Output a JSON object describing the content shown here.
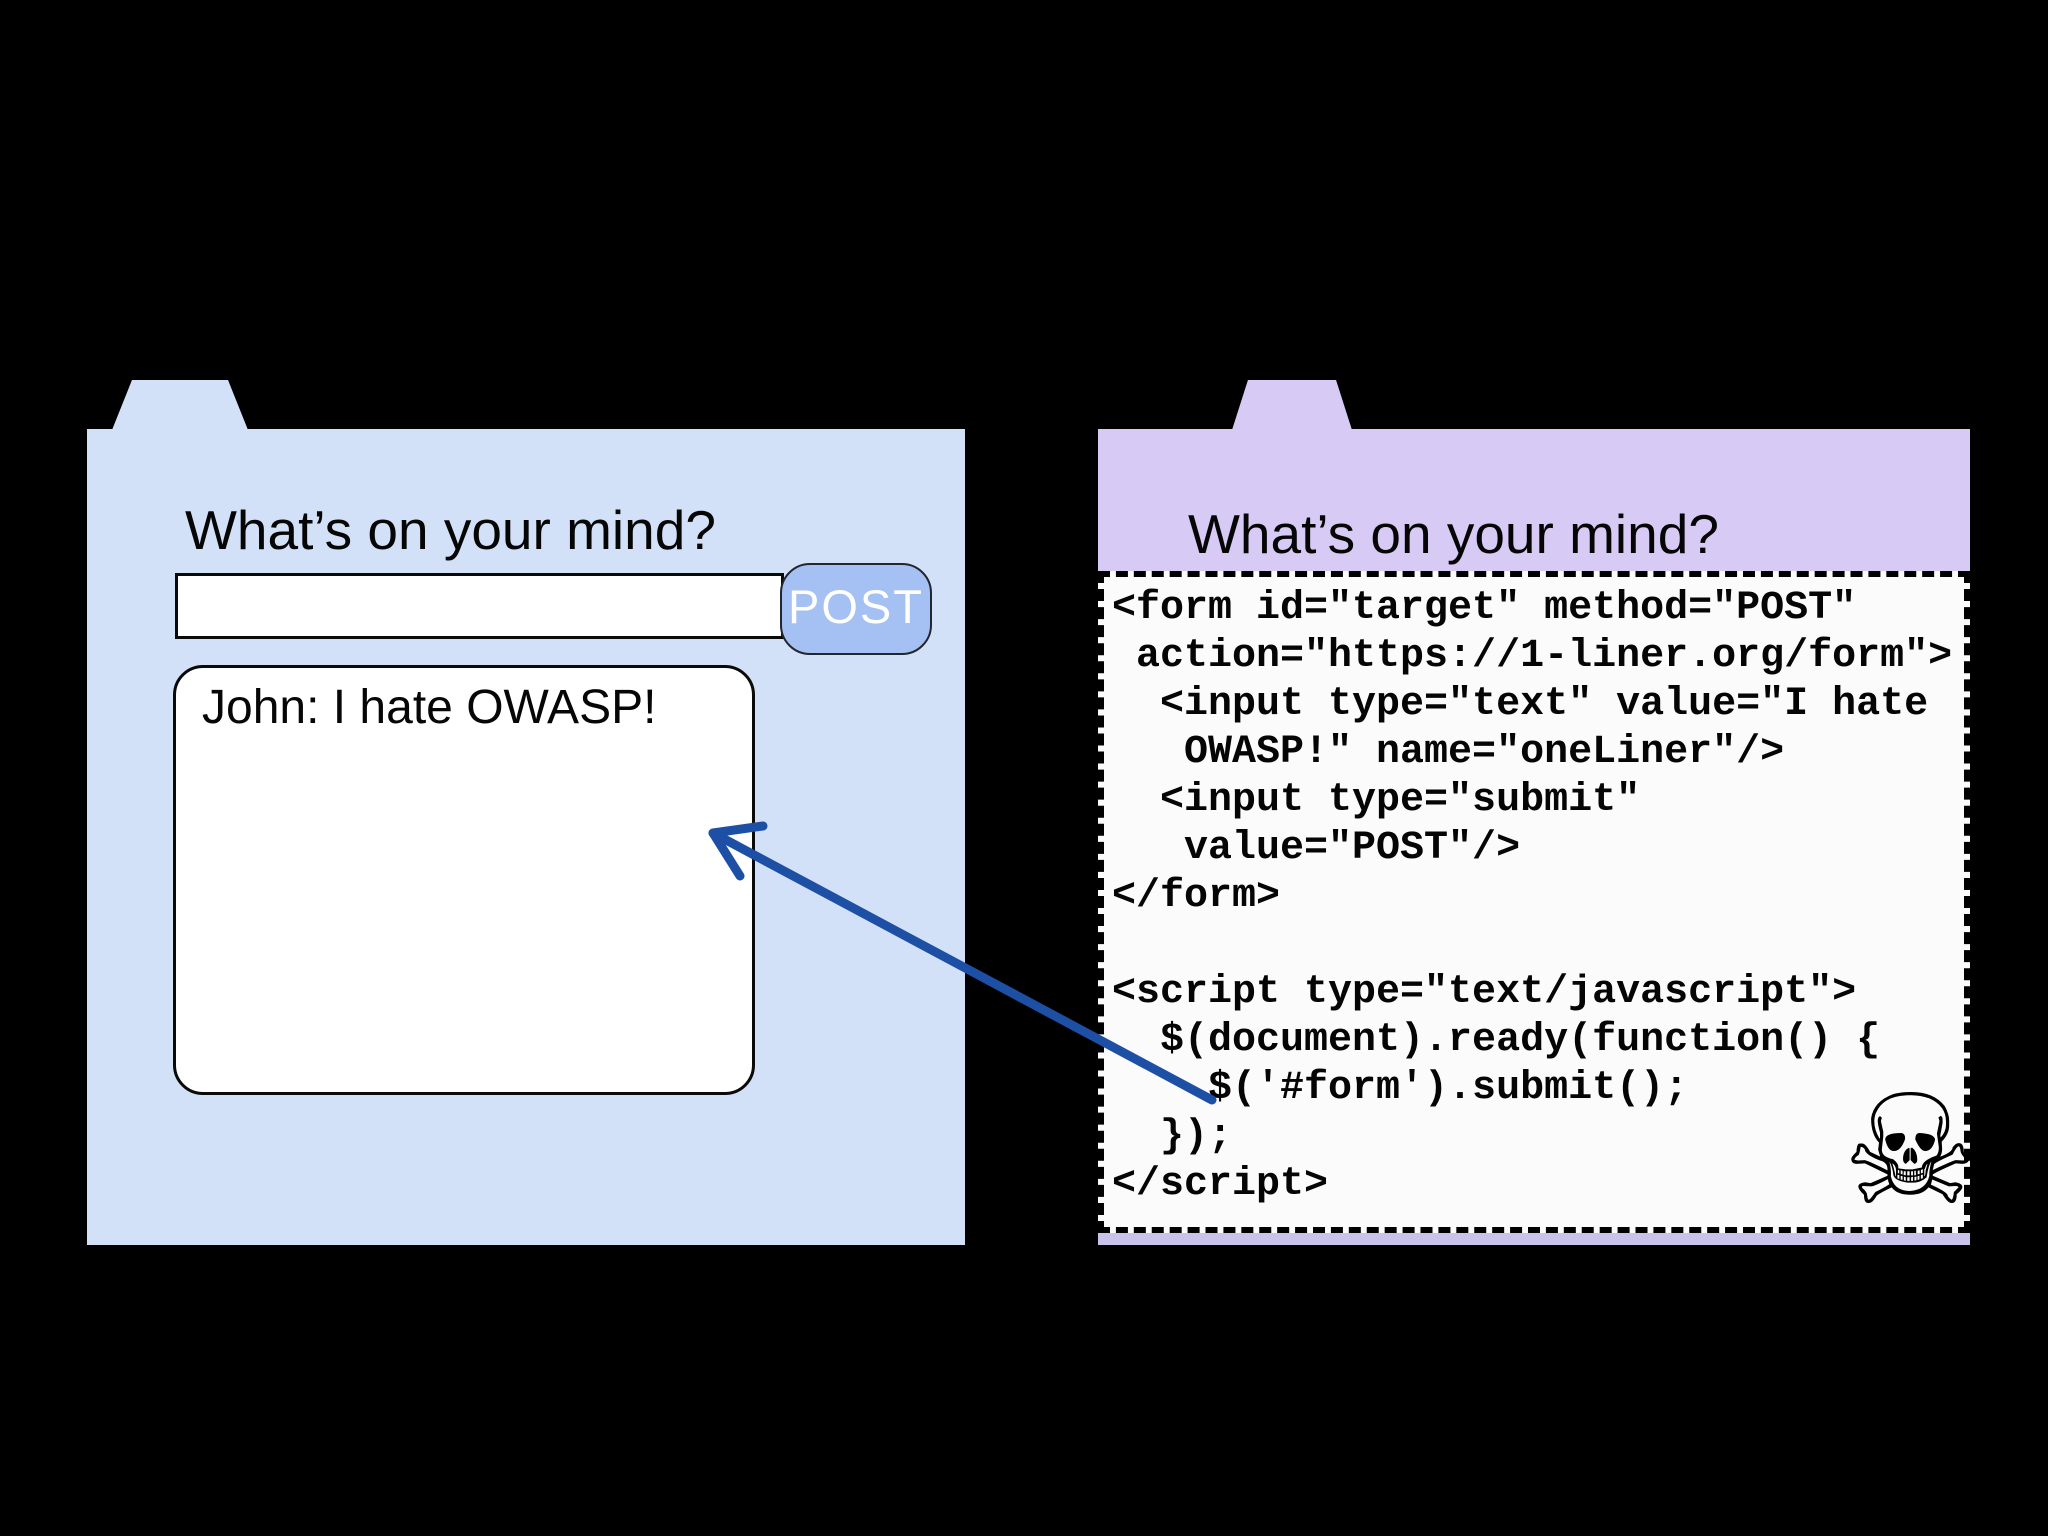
{
  "left_window": {
    "heading": "What’s on your mind?",
    "post_input": {
      "value": "",
      "placeholder": ""
    },
    "post_button_label": "POST",
    "feed_message": "John: I hate OWASP!",
    "colors": {
      "panel": "#d3e1f8",
      "button_fill": "#a5c0f2",
      "button_text": "#ffffff",
      "box_border": "#0a0a0a"
    }
  },
  "right_window": {
    "heading": "What’s on your mind?",
    "code_lines": [
      "<form id=\"target\" method=\"POST\"",
      " action=\"https://1-liner.org/form\">",
      "  <input type=\"text\" value=\"I hate",
      "   OWASP!\" name=\"oneLiner\"/>",
      "  <input type=\"submit\"",
      "   value=\"POST\"/>",
      "</form>",
      "",
      "<script type=\"text/javascript\">",
      "  $(document).ready(function() {",
      "    $('#form').submit();",
      "  });",
      "</script>"
    ],
    "skull_icon": "☠",
    "colors": {
      "header": "#d7caf4",
      "footer_strip": "#c9c3ec",
      "code_background": "#fbfbfb",
      "dashed_border": "#000000"
    }
  },
  "arrow": {
    "color": "#1d4fa5"
  },
  "background_color": "#000000"
}
